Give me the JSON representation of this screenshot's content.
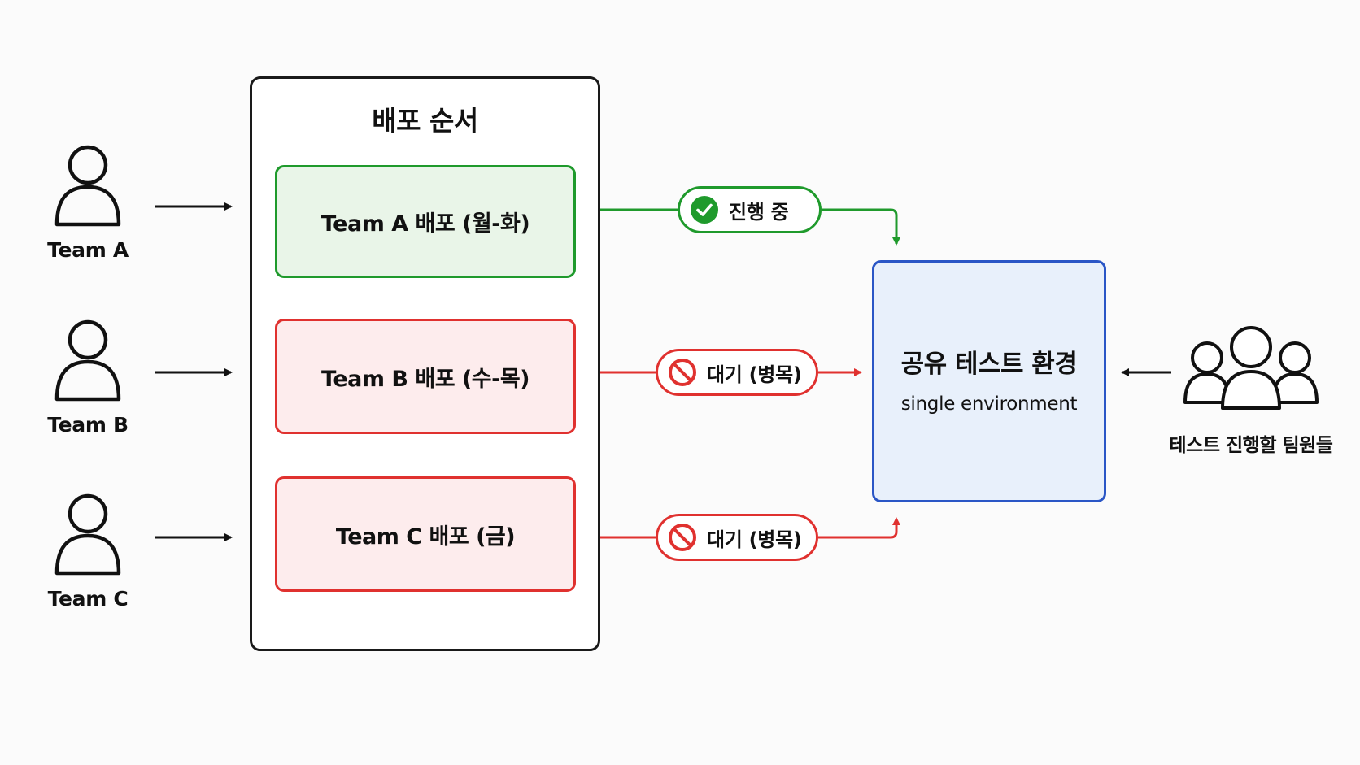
{
  "teams": [
    {
      "label": "Team A"
    },
    {
      "label": "Team B"
    },
    {
      "label": "Team C"
    }
  ],
  "deploy_order": {
    "title": "배포 순서",
    "slots": [
      {
        "label": "Team A 배포 (월-화)",
        "status": "active"
      },
      {
        "label": "Team B 배포 (수-목)",
        "status": "blocked"
      },
      {
        "label": "Team C 배포 (금)",
        "status": "blocked"
      }
    ]
  },
  "statuses": [
    {
      "label": "진행 중",
      "icon": "check-circle-icon",
      "color": "#1f9a2c"
    },
    {
      "label": "대기 (병목)",
      "icon": "prohibited-icon",
      "color": "#e0312f"
    },
    {
      "label": "대기 (병목)",
      "icon": "prohibited-icon",
      "color": "#e0312f"
    }
  ],
  "shared_environment": {
    "title": "공유 테스트 환경",
    "subtitle": "single environment"
  },
  "testers": {
    "label": "테스트 진행할 팀원들",
    "icon": "group-users-icon"
  },
  "colors": {
    "active": "#1f9a2c",
    "blocked": "#e0312f",
    "environment": "#2a56c6",
    "active_fill": "#e9f5e8",
    "blocked_fill": "#fdeced",
    "environment_fill": "#e8f0fb"
  }
}
